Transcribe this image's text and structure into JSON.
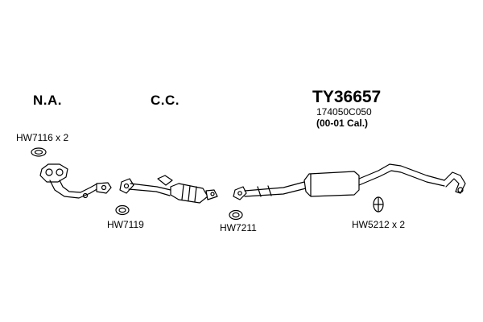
{
  "sections": {
    "na": "N.A.",
    "cc": "C.C."
  },
  "product": {
    "code": "TY36657",
    "oem": "174050C050",
    "years": "(00-01 Cal.)"
  },
  "parts": {
    "gasket_front": "HW7116 x 2",
    "gasket_flange": "HW7119",
    "gasket_mid": "HW7211",
    "hanger": "HW5212 x 2"
  }
}
